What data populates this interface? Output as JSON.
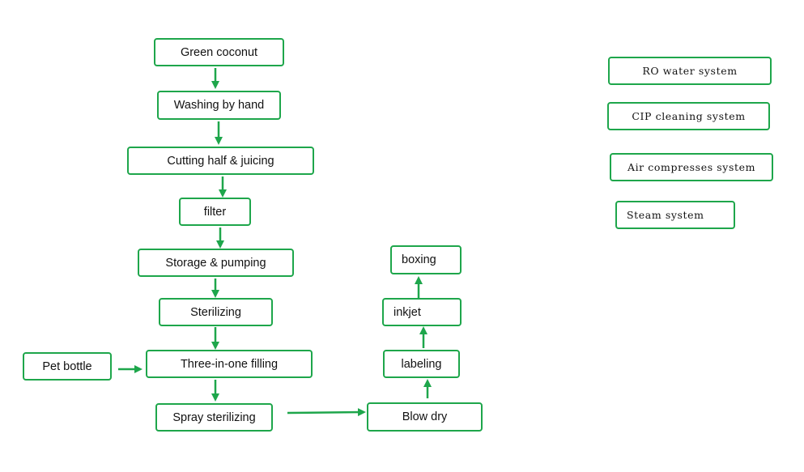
{
  "colors": {
    "accent": "#1ea64b",
    "text": "#111111",
    "background": "#ffffff"
  },
  "process": {
    "green_coconut": "Green coconut",
    "washing": "Washing by hand",
    "cutting": "Cutting half & juicing",
    "filter": "filter",
    "storage": "Storage & pumping",
    "sterilizing": "Sterilizing",
    "filling": "Three-in-one filling",
    "pet_bottle": "Pet bottle",
    "spray": "Spray sterilizing",
    "blow_dry": "Blow dry",
    "labeling": "labeling",
    "inkjet": "inkjet",
    "boxing": "boxing"
  },
  "systems": {
    "ro_water": "RO water system",
    "cip": "CIP cleaning system",
    "air": "Air compresses system",
    "steam": "Steam system"
  }
}
